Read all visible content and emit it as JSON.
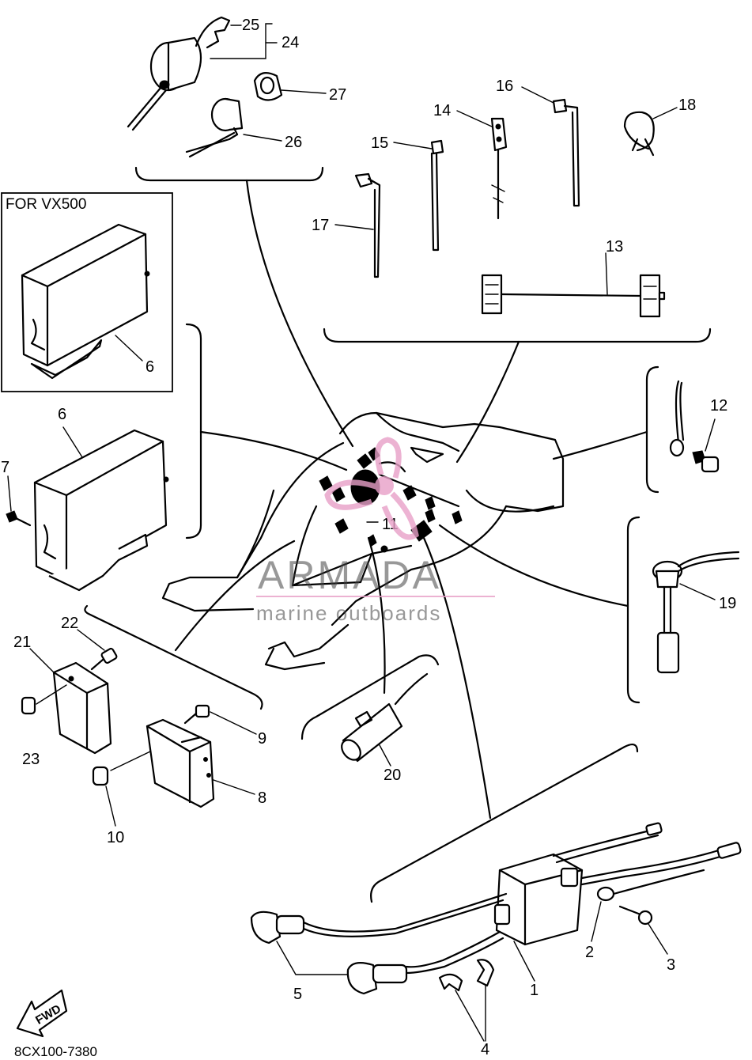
{
  "diagram": {
    "inset_title": "FOR VX500",
    "drawing_code": "8CX100-7380",
    "fwd_label": "FWD",
    "part_numbers": [
      "1",
      "2",
      "3",
      "4",
      "5",
      "6",
      "6",
      "7",
      "8",
      "9",
      "10",
      "11",
      "12",
      "13",
      "14",
      "15",
      "16",
      "17",
      "18",
      "19",
      "20",
      "21",
      "22",
      "23",
      "24",
      "25",
      "26",
      "27"
    ]
  },
  "watermark": {
    "brand": "ARMADA",
    "tagline": "marine outboards",
    "logo_color": "#e8a0c8"
  }
}
